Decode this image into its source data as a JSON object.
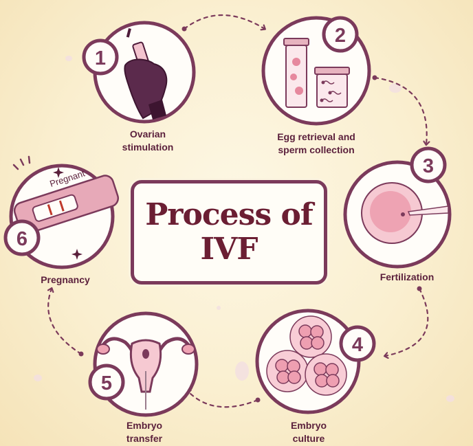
{
  "title": {
    "line1": "Process of",
    "line2": "IVF"
  },
  "steps": [
    {
      "number": "1",
      "label": [
        "Ovarian",
        "stimulation"
      ]
    },
    {
      "number": "2",
      "label": [
        "Egg retrieval and",
        "sperm collection"
      ]
    },
    {
      "number": "3",
      "label": [
        "Fertilization"
      ]
    },
    {
      "number": "4",
      "label": [
        "Embryo",
        "culture"
      ]
    },
    {
      "number": "5",
      "label": [
        "Embryo",
        "transfer"
      ]
    },
    {
      "number": "6",
      "label": [
        "Pregnancy"
      ]
    }
  ],
  "test_text": "Pregnant",
  "colors": {
    "outline": "#7b3a5b",
    "dark": "#4e1b3a",
    "pink": "#e9a6b4",
    "light_pink": "#f6d2d8",
    "background": "#faefd0"
  }
}
